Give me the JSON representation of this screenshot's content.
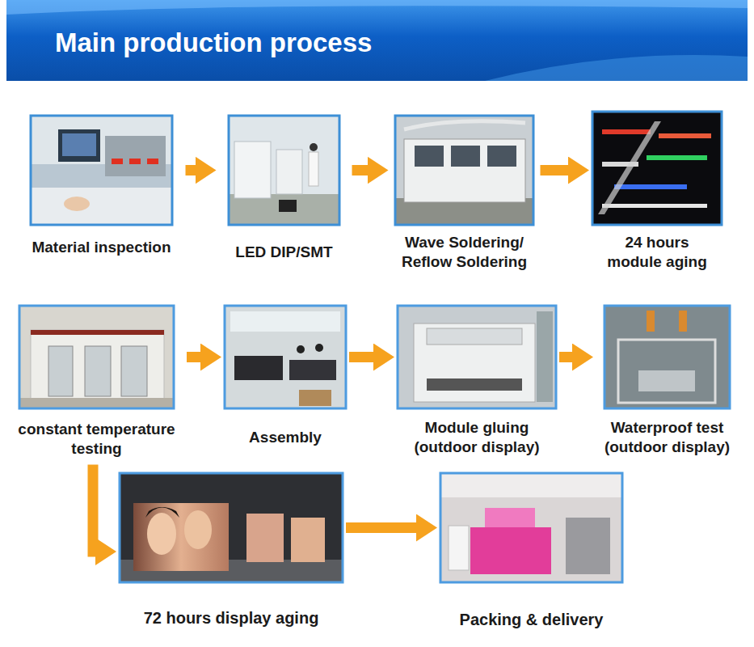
{
  "diagram": {
    "title": "Main production process",
    "nodes": [
      {
        "text": [
          "Material inspection"
        ]
      },
      {
        "text": [
          "LED DIP/SMT"
        ]
      },
      {
        "text": [
          "Wave Soldering/ Reflow Soldering"
        ]
      },
      {
        "text": [
          "24 hours module aging"
        ]
      },
      {
        "text": [
          "constant temperature testing"
        ]
      },
      {
        "text": [
          "Assembly"
        ]
      },
      {
        "text": [
          "Module gluing (outdoor display)"
        ]
      },
      {
        "text": [
          "Waterproof test (outdoor display)"
        ]
      },
      {
        "text": [
          "72 hours display aging"
        ]
      },
      {
        "text": [
          "Packing & delivery"
        ]
      }
    ],
    "edges": [
      {
        "from": 0,
        "to": 1,
        "arrow": "to"
      },
      {
        "from": 1,
        "to": 2,
        "arrow": "to"
      },
      {
        "from": 2,
        "to": 3,
        "arrow": "to"
      },
      {
        "from": 4,
        "to": 5,
        "arrow": "to"
      },
      {
        "from": 5,
        "to": 6,
        "arrow": "to"
      },
      {
        "from": 6,
        "to": 7,
        "arrow": "to"
      },
      {
        "from": 4,
        "to": 8,
        "arrow": "to"
      },
      {
        "from": 8,
        "to": 9,
        "arrow": "to"
      }
    ]
  }
}
